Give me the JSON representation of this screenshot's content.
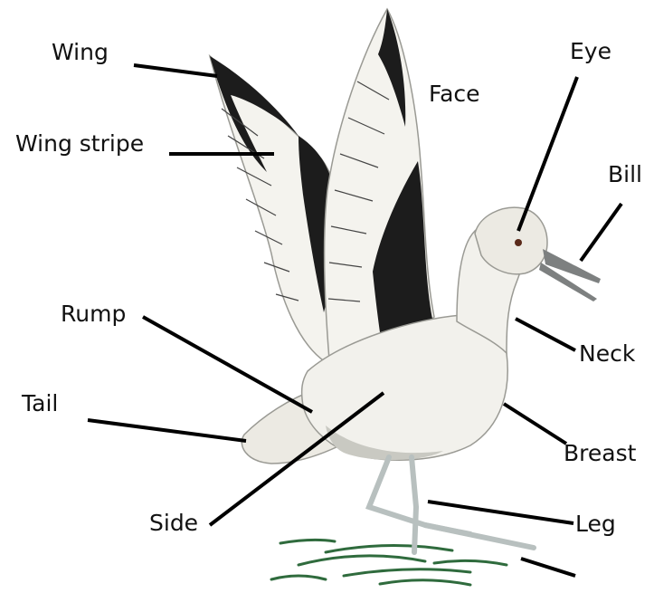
{
  "diagram": {
    "labels": {
      "wing": "Wing",
      "wing_stripe": "Wing stripe",
      "face": "Face",
      "eye": "Eye",
      "bill": "Bill",
      "rump": "Rump",
      "neck": "Neck",
      "tail": "Tail",
      "breast": "Breast",
      "side": "Side",
      "leg": "Leg"
    }
  },
  "colors": {
    "leader_line": "#000000",
    "label_text": "#111111",
    "wing_black": "#1c1c1c",
    "body_white": "#f2f1ec",
    "body_shadow": "#c9c9c2",
    "bill_gray": "#7d8080",
    "leg_gray": "#b8c0bf",
    "water_green": "#2f6b3d"
  }
}
